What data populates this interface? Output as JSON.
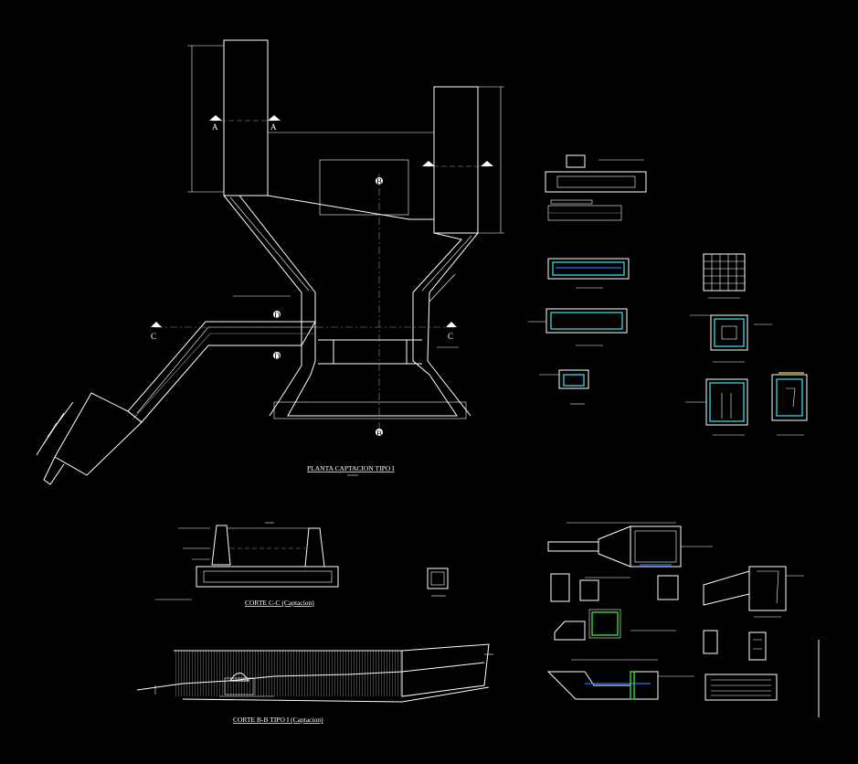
{
  "drawing": {
    "main_plan_title": "PLANTA CAPTACION TIPO I",
    "section_cc_title": "CORTE C-C (Captacion)",
    "section_bb_title": "CORTE B-B TIPO I (Captacion)",
    "section_markers": {
      "a_left": "A",
      "a_right": "A",
      "b_top": "B",
      "b_bottom": "B",
      "c_left": "C",
      "c_right": "C",
      "d_top": "D",
      "d_bottom": "D"
    }
  },
  "colors": {
    "background": "#000000",
    "linework": "#ffffff",
    "cyan_detail": "#39d6e6",
    "green_detail": "#3ee64a",
    "blue_detail": "#2e6bff",
    "yellow_detail": "#e8e04a"
  }
}
